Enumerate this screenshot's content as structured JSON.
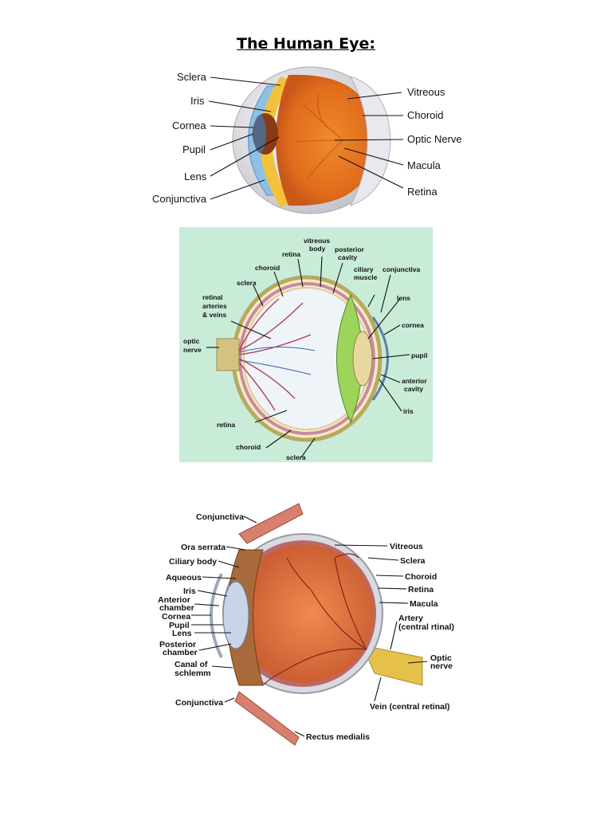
{
  "title": "The Human Eye:",
  "diagram1": {
    "left_labels": [
      "Sclera",
      "Iris",
      "Cornea",
      "Pupil",
      "Lens",
      "Conjunctiva"
    ],
    "right_labels": [
      "Vitreous",
      "Choroid",
      "Optic Nerve",
      "Macula",
      "Retina"
    ]
  },
  "diagram2": {
    "labels": {
      "vitreous_body_1": "vitreous",
      "vitreous_body_2": "body",
      "posterior_cavity_1": "posterior",
      "posterior_cavity_2": "cavity",
      "retina_top": "retina",
      "choroid_top": "choroid",
      "ciliary_muscle_1": "ciliary",
      "ciliary_muscle_2": "muscle",
      "conjunctiva": "conjunctiva",
      "sclera_top": "sclera",
      "lens": "lens",
      "retinal_arteries_1": "retinal",
      "retinal_arteries_2": "arteries",
      "retinal_arteries_3": "& veins",
      "cornea": "cornea",
      "optic_nerve_1": "optic",
      "optic_nerve_2": "nerve",
      "pupil": "pupil",
      "anterior_cavity_1": "anterior",
      "anterior_cavity_2": "cavity",
      "iris": "iris",
      "retina_bottom": "retina",
      "choroid_bottom": "choroid",
      "sclera_bottom": "sclera"
    }
  },
  "diagram3": {
    "left_labels": [
      "Conjunctiva",
      "Ora serrata",
      "Ciliary body",
      "Aqueous",
      "Iris",
      "Anterior",
      "chamber",
      "Cornea",
      "Pupil",
      "Lens",
      "Posterior",
      "chamber",
      "Canal of",
      "schlemm",
      "Conjunctiva",
      "Rectus medialis"
    ],
    "right_labels": [
      "Vitreous",
      "Sclera",
      "Choroid",
      "Retina",
      "Macula",
      "Artery",
      "(central rtinal)",
      "Optic",
      "nerve",
      "Vein (central retinal)"
    ]
  },
  "colors": {
    "eye_orange": "#e0701e",
    "sclera_grey": "#d8d8de",
    "iris_blue": "#7fb2d8",
    "diagram2_bg": "#c8ecd8",
    "lens_green": "#9ed45a"
  }
}
